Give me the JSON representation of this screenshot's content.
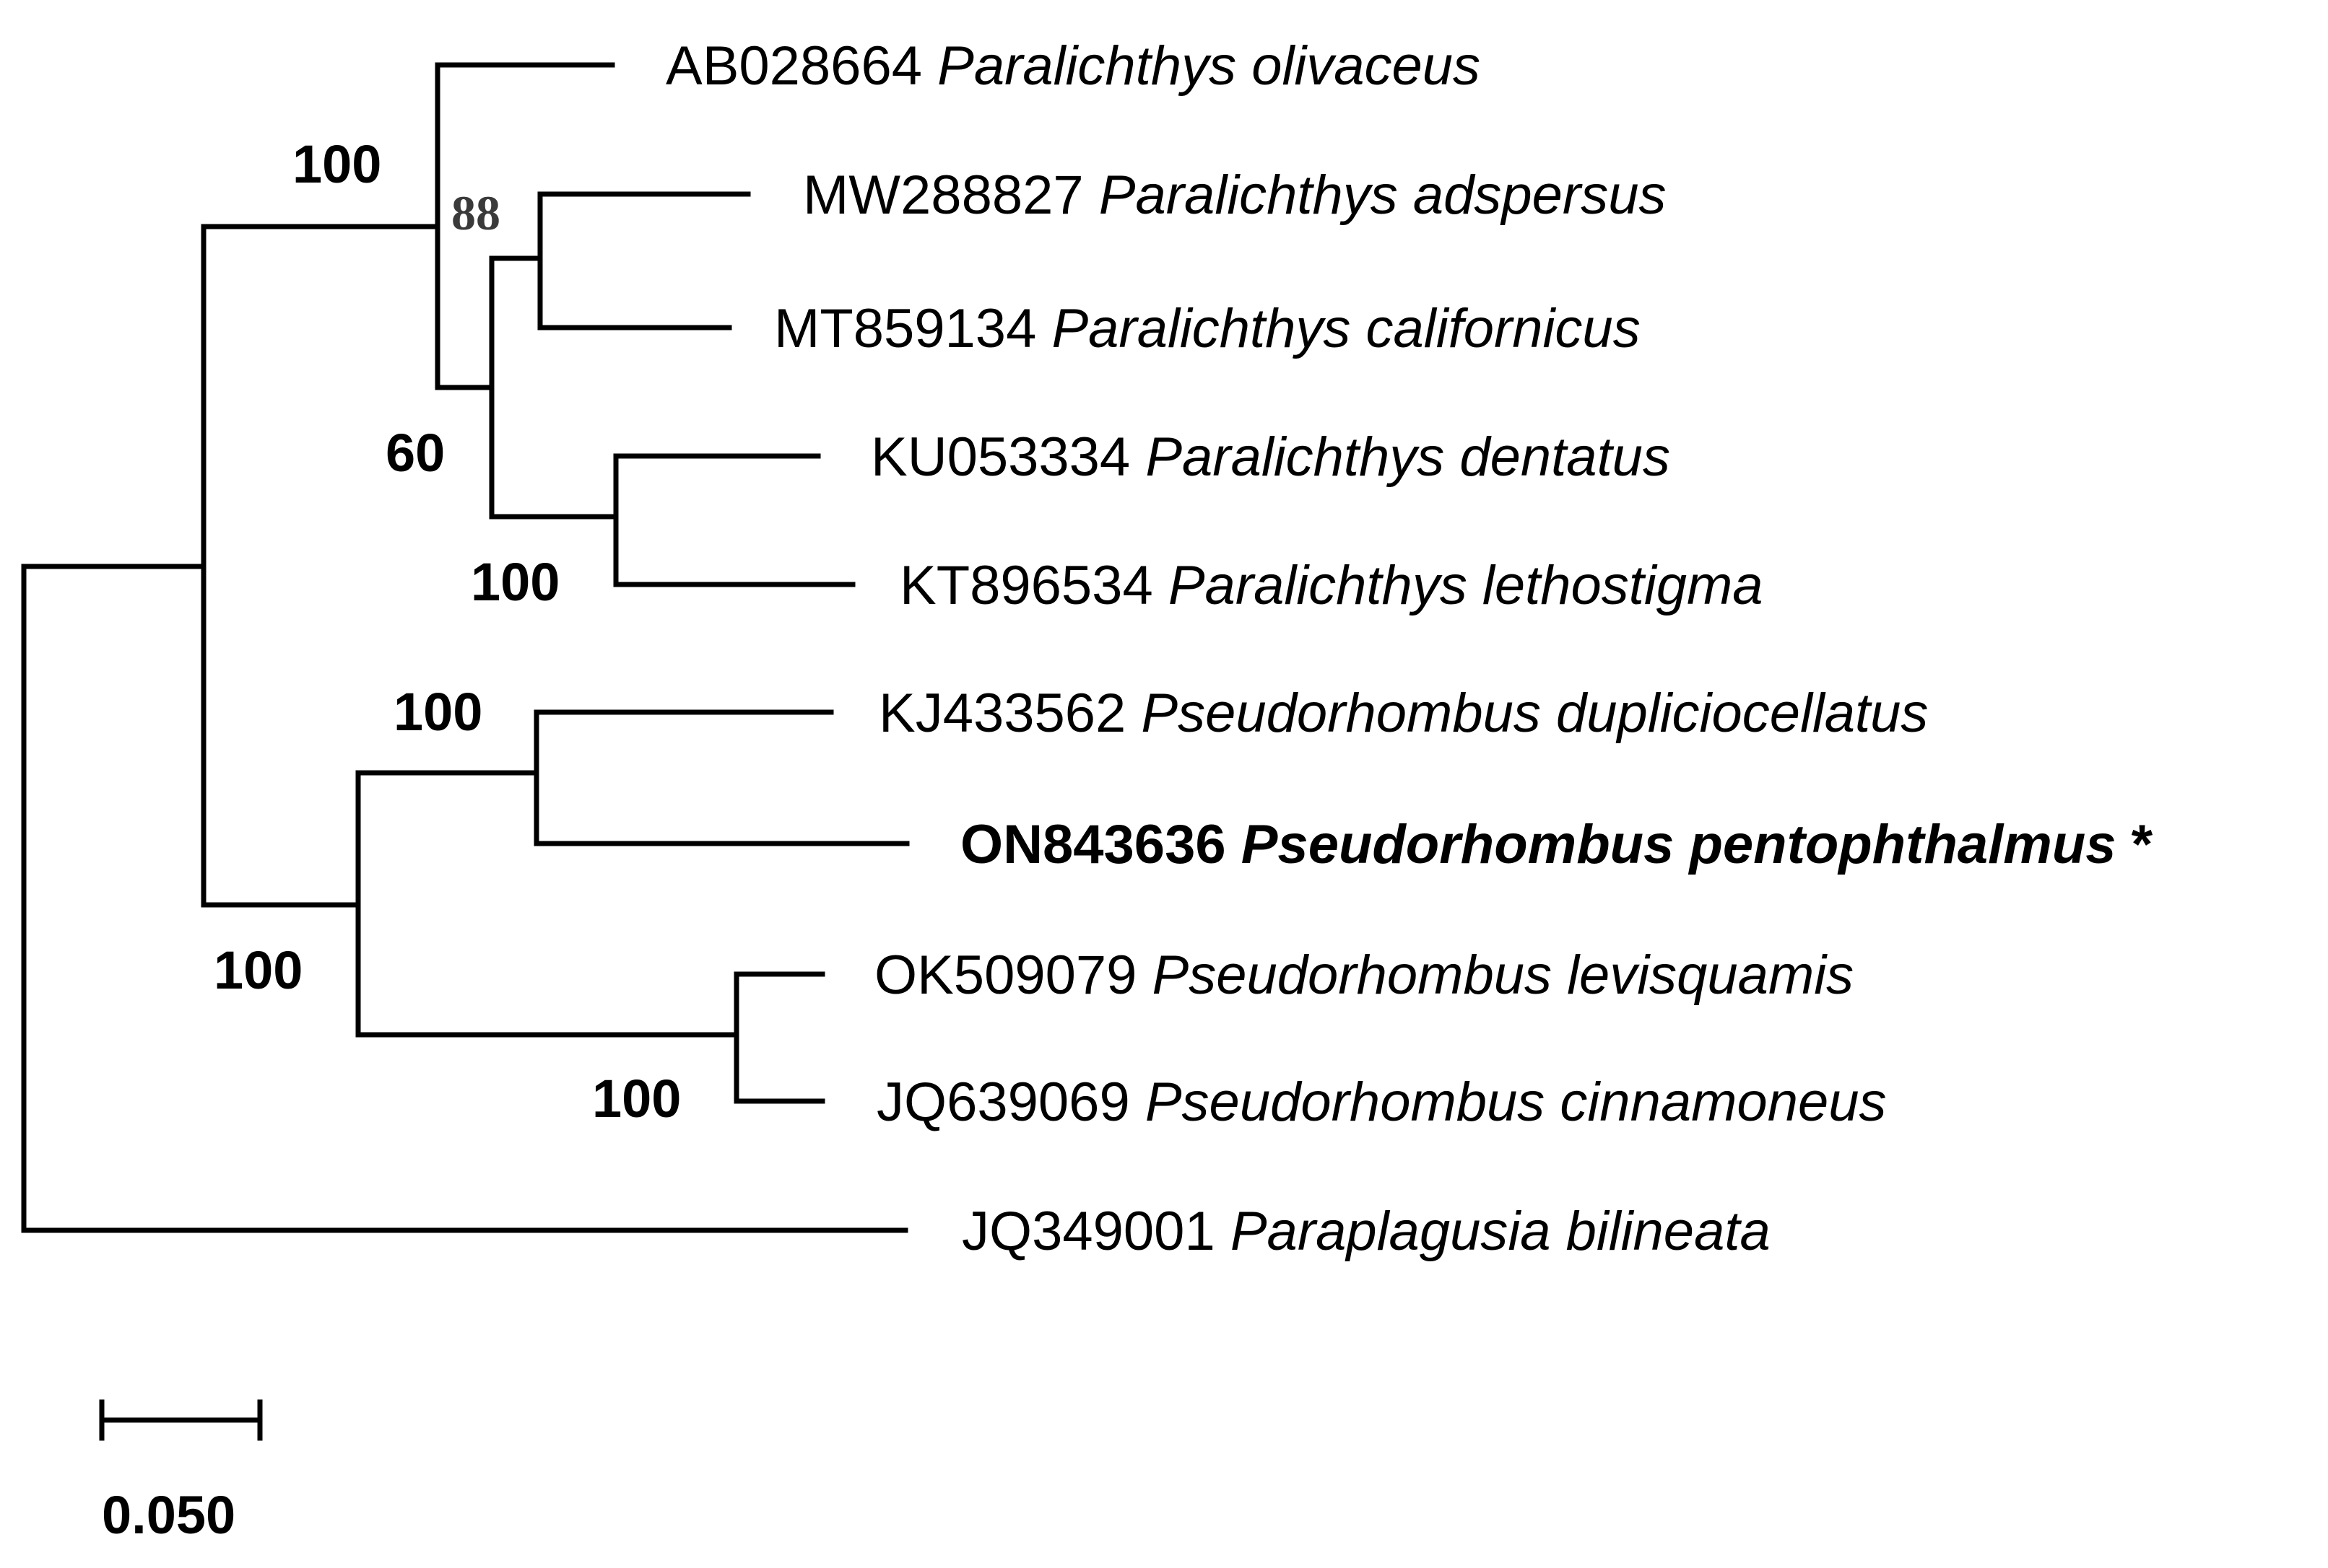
{
  "taxa": [
    {
      "id": "AB028664",
      "species": "Paralichthys olivaceus",
      "suffix": "",
      "highlight": false
    },
    {
      "id": "MW288827",
      "species": "Paralichthys adspersus",
      "suffix": "",
      "highlight": false
    },
    {
      "id": "MT859134",
      "species": "Paralichthys californicus",
      "suffix": "",
      "highlight": false
    },
    {
      "id": "KU053334",
      "species": "Paralichthys dentatus",
      "suffix": "",
      "highlight": false
    },
    {
      "id": "KT896534",
      "species": "Paralichthys lethostigma",
      "suffix": "",
      "highlight": false
    },
    {
      "id": "KJ433562",
      "species": "Pseudorhombus dupliciocellatus",
      "suffix": "",
      "highlight": false
    },
    {
      "id": "ON843636",
      "species": "Pseudorhombus pentophthalmus",
      "suffix": " *",
      "highlight": true
    },
    {
      "id": "OK509079",
      "species": "Pseudorhombus levisquamis",
      "suffix": "",
      "highlight": false
    },
    {
      "id": "JQ639069",
      "species": "Pseudorhombus cinnamoneus",
      "suffix": "",
      "highlight": false
    },
    {
      "id": "JQ349001",
      "species": "Paraplagusia bilineata",
      "suffix": "",
      "highlight": false
    }
  ],
  "support_values": [
    {
      "node": "paralichthys-clade",
      "value": "100"
    },
    {
      "node": "adspersus-californicus",
      "value": "88"
    },
    {
      "node": "paralichthys-subclade",
      "value": "60"
    },
    {
      "node": "dentatus-lethostigma",
      "value": "100"
    },
    {
      "node": "dupliciocellatus-pentophthalmus",
      "value": "100"
    },
    {
      "node": "pseudorhombus-clade",
      "value": "100"
    },
    {
      "node": "levisquamis-cinnamoneus",
      "value": "100"
    }
  ],
  "scale_bar": {
    "label": "0.050"
  }
}
